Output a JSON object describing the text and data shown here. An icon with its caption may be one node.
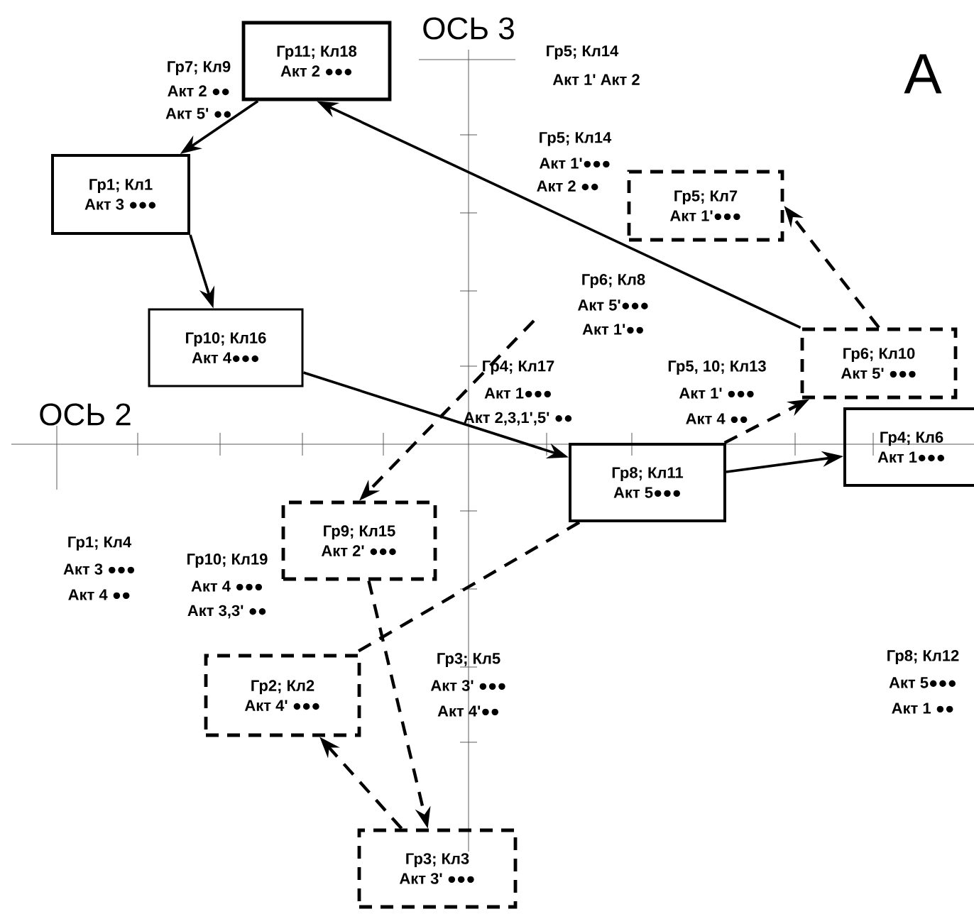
{
  "diagram": {
    "nodes": [
      {
        "text": [
          "Гр11; Кл18",
          "Акт 2 ●●●"
        ]
      },
      {
        "text": [
          "Гр1; Кл1",
          "Акт 3 ●●●"
        ]
      },
      {
        "text": [
          "Гр10; Кл16",
          "Акт 4●●●"
        ]
      },
      {
        "text": [
          "Гр5; Кл7",
          "Акт 1'●●●"
        ]
      },
      {
        "text": [
          "Гр6; Кл10",
          "Акт 5' ●●●"
        ]
      },
      {
        "text": [
          "Гр4; Кл6",
          "Акт 1●●●"
        ]
      },
      {
        "text": [
          "Гр8; Кл11",
          "Акт 5●●●"
        ]
      },
      {
        "text": [
          "Гр9; Кл15",
          "Акт 2' ●●●"
        ]
      },
      {
        "text": [
          "Гр2; Кл2",
          "Акт 4' ●●●"
        ]
      },
      {
        "text": [
          "Гр3; Кл3",
          "Акт 3' ●●●"
        ]
      }
    ],
    "edges": [
      {
        "from": 0,
        "to": 1,
        "arrow": "to"
      },
      {
        "from": 1,
        "to": 2,
        "arrow": "to"
      },
      {
        "from": 2,
        "to": 6,
        "arrow": "to"
      },
      {
        "from": 4,
        "to": 0,
        "arrow": "to"
      },
      {
        "from": 4,
        "to": 3,
        "arrow": "to",
        "style": "dashed"
      },
      {
        "from": 6,
        "to": 4,
        "arrow": "to",
        "style": "dashed"
      },
      {
        "from": 6,
        "to": 5,
        "arrow": "to"
      },
      {
        "from": 6,
        "to": 8,
        "arrow": "none",
        "style": "dashed"
      },
      {
        "from": null,
        "to": 7,
        "arrow": "to",
        "style": "dashed"
      },
      {
        "from": 7,
        "to": 9,
        "arrow": "to",
        "style": "dashed"
      },
      {
        "from": 9,
        "to": 8,
        "arrow": "to",
        "style": "dashed"
      }
    ],
    "labels": [
      "ОСЬ 3",
      "Гр5; Кл14",
      "Акт 1' Акт 2",
      "А",
      "Гр7; Кл9",
      "Акт 2 ●●",
      "Акт 5' ●●",
      "Гр5; Кл14",
      "Акт 1'●●●",
      "Акт 2 ●●",
      "Гр6; Кл8",
      "Акт 5'●●●",
      "Акт 1'●●",
      "Гр4; Кл17",
      "Акт 1●●●",
      "Акт 2,3,1',5' ●●",
      "Гр5, 10; Кл13",
      "Акт 1' ●●●",
      "Акт 4 ●●",
      "ОСЬ 2",
      "Гр1; Кл4",
      "Акт 3 ●●●",
      "Акт 4 ●●",
      "Гр10; Кл19",
      "Акт 4 ●●●",
      "Акт 3,3' ●●",
      "Гр3; Кл5",
      "Акт 3' ●●●",
      "Акт 4'●●",
      "Гр8; Кл12",
      "Акт 5●●●",
      "Акт 1 ●●"
    ]
  }
}
